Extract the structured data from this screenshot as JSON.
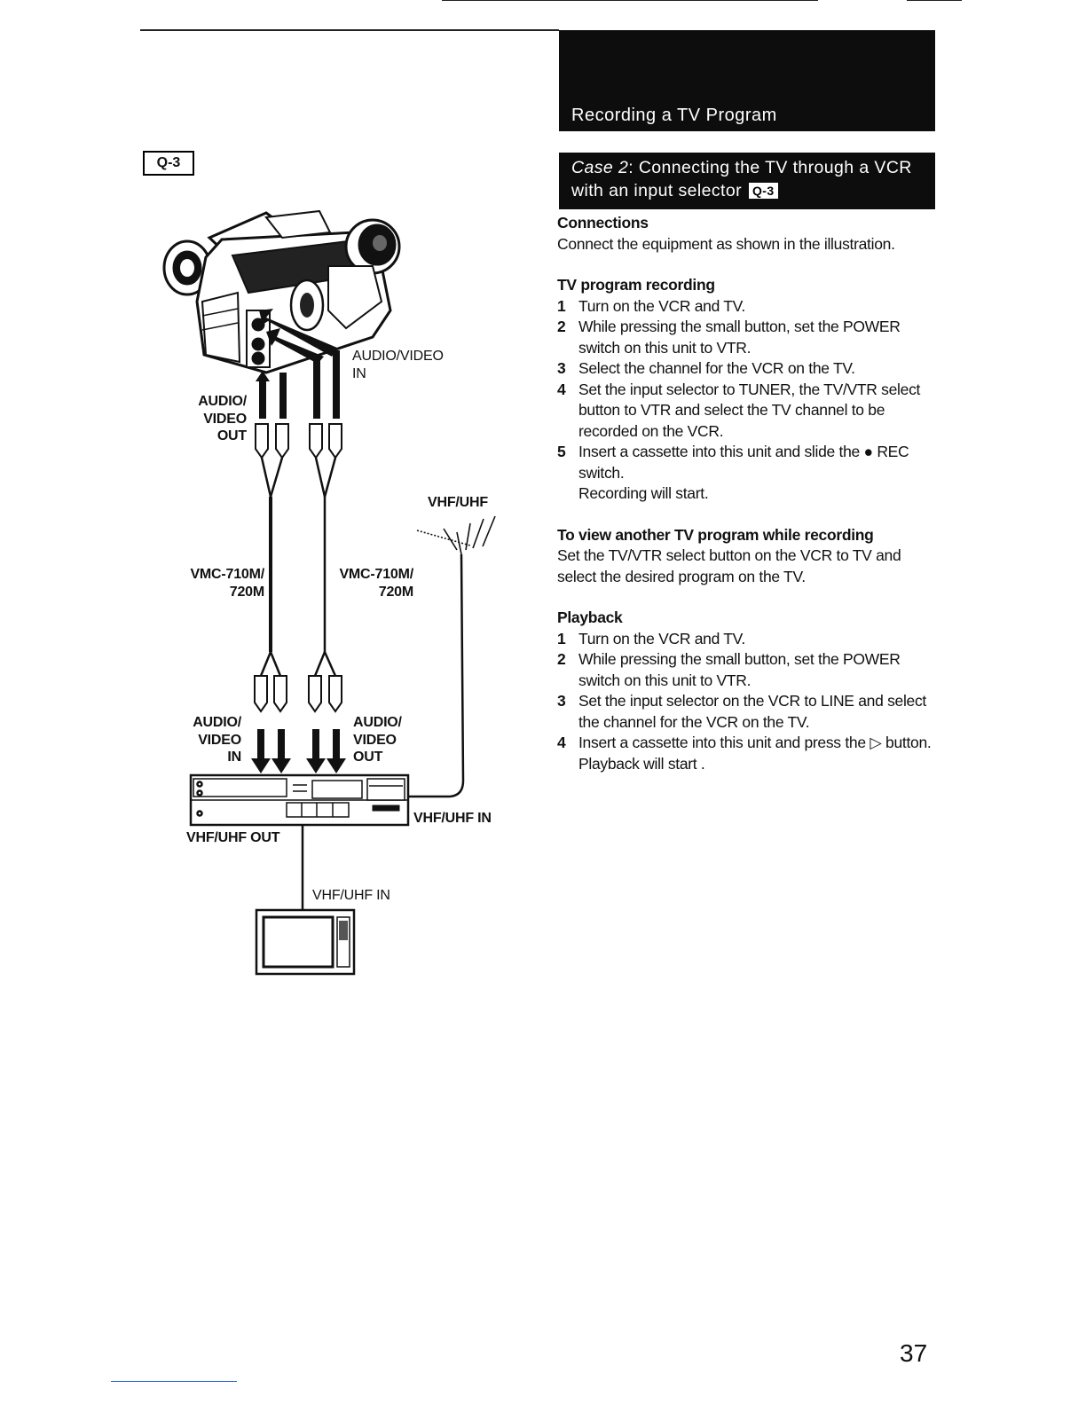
{
  "header": {
    "title": "Recording a TV Program"
  },
  "case_heading": {
    "case_word": "Case 2",
    "rest": ": Connecting the TV through a VCR with an input selector",
    "badge": "Q-3"
  },
  "figure_tag": "Q-3",
  "sections": {
    "connections": {
      "heading": "Connections",
      "body": "Connect the equipment as shown in the illustration."
    },
    "tv_recording": {
      "heading": "TV program recording",
      "steps": [
        {
          "num": "1",
          "text": "Turn on the VCR and TV."
        },
        {
          "num": "2",
          "text": "While pressing the small button, set the POWER switch on this unit to VTR."
        },
        {
          "num": "3",
          "text": "Select the channel for the VCR on the TV."
        },
        {
          "num": "4",
          "text": "Set the input selector to TUNER, the TV/VTR select button to VTR and select the TV channel to be recorded on the VCR."
        },
        {
          "num": "5",
          "text": "Insert a cassette into this unit and slide the ● REC switch.",
          "note": "Recording will start."
        }
      ]
    },
    "view_another": {
      "heading": "To view another TV program while recording",
      "body": "Set the TV/VTR select button on the VCR to TV and select the desired program on the TV."
    },
    "playback": {
      "heading": "Playback",
      "steps": [
        {
          "num": "1",
          "text": "Turn on the VCR and TV."
        },
        {
          "num": "2",
          "text": "While pressing the small button, set the POWER switch on this unit to VTR."
        },
        {
          "num": "3",
          "text": "Set the input selector on the VCR to LINE and select the channel for the VCR on the TV."
        },
        {
          "num": "4",
          "text": "Insert a cassette into this unit and press the ▷ button.",
          "note": "Playback will start ."
        }
      ]
    }
  },
  "diagram_labels": {
    "av_in": "AUDIO/VIDEO\nIN",
    "av_out_cam": "AUDIO/\nVIDEO\nOUT",
    "vhf_uhf": "VHF/UHF",
    "cable_left": "VMC-710M/\n720M",
    "cable_right": "VMC-710M/\n720M",
    "av_in_vcr": "AUDIO/\nVIDEO\nIN",
    "av_out_vcr": "AUDIO/\nVIDEO\nOUT",
    "vhf_uhf_in_vcr": "VHF/UHF IN",
    "vhf_uhf_out": "VHF/UHF OUT",
    "vhf_uhf_in_tv": "VHF/UHF IN"
  },
  "page_number": "37"
}
